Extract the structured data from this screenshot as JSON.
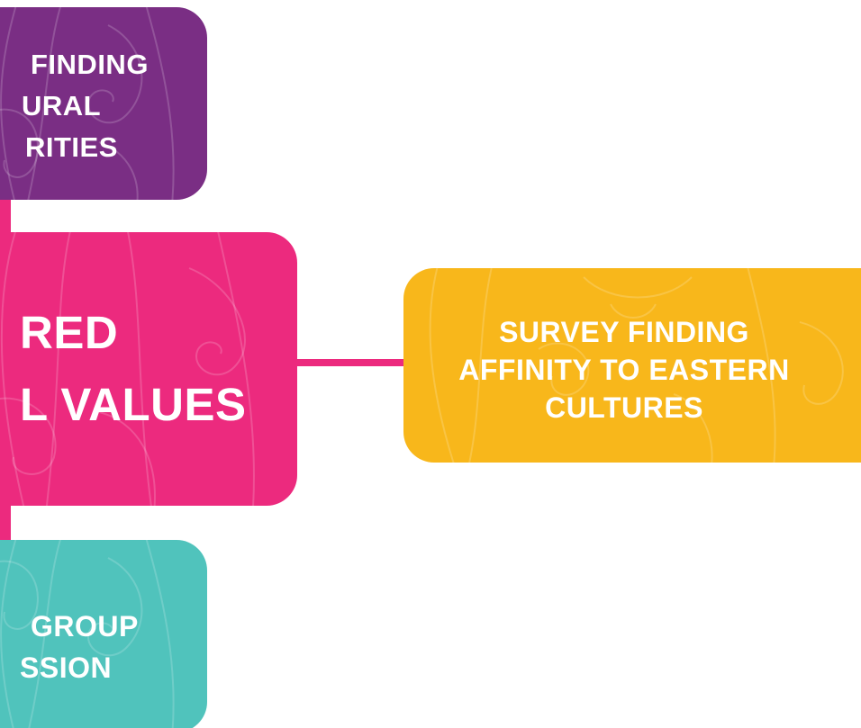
{
  "nodes": {
    "purple": {
      "lines": [
        "FINDING",
        "URAL",
        "RITIES"
      ],
      "color": "#7a2e84"
    },
    "pink": {
      "lines": [
        "RED",
        "L VALUES"
      ],
      "color": "#ec2a7e"
    },
    "yellow": {
      "lines": [
        "SURVEY FINDING",
        "AFFINITY TO EASTERN",
        "CULTURES"
      ],
      "color": "#f8b71b"
    },
    "teal": {
      "lines": [
        "GROUP",
        "SSION"
      ],
      "color": "#50c3bc"
    }
  },
  "connector_color": "#ec2a7e"
}
